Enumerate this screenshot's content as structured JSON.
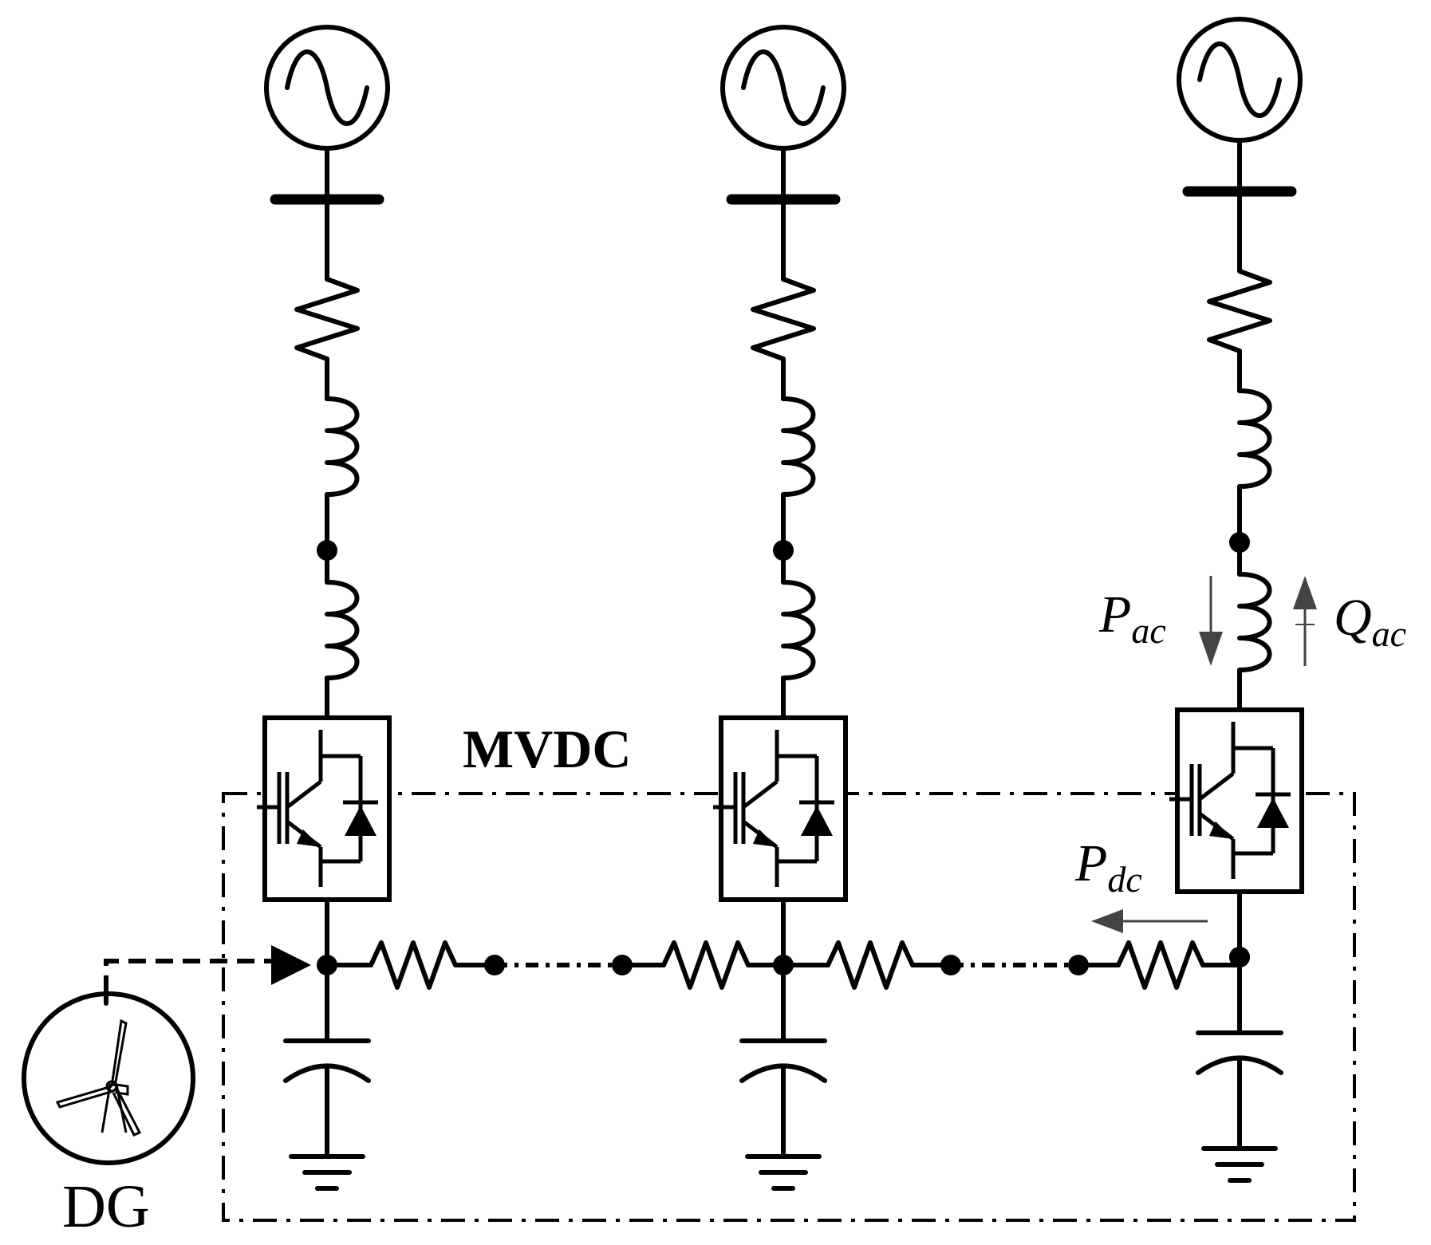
{
  "labels": {
    "mvdc": "MVDC",
    "dg": "DG",
    "pac_main": "P",
    "pac_sub": "ac",
    "qac_main": "Q",
    "qac_sub": "ac",
    "pdc_main": "P",
    "pdc_sub": "dc"
  },
  "feeders": [
    {
      "id": "feeder-1"
    },
    {
      "id": "feeder-2"
    },
    {
      "id": "feeder-3"
    }
  ],
  "colors": {
    "line": "#000000",
    "arrow": "#444444",
    "background": "#ffffff"
  }
}
